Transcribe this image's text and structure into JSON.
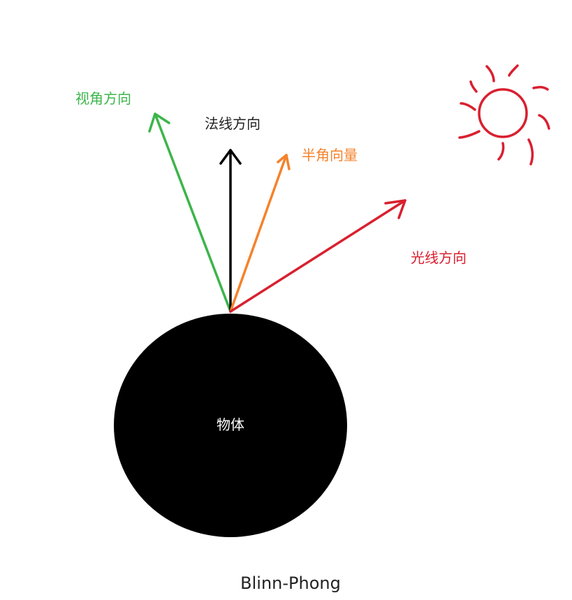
{
  "labels": {
    "view_direction": "视角方向",
    "normal_direction": "法线方向",
    "half_vector": "半角向量",
    "light_direction": "光线方向",
    "object": "物体"
  },
  "caption": "Blinn-Phong",
  "colors": {
    "view": "#3cb54a",
    "normal": "#000000",
    "half": "#f5822b",
    "light": "#d9202f",
    "sun": "#d9202f",
    "object_fill": "#000000",
    "object_label": "#ffffff",
    "caption": "#222222"
  }
}
